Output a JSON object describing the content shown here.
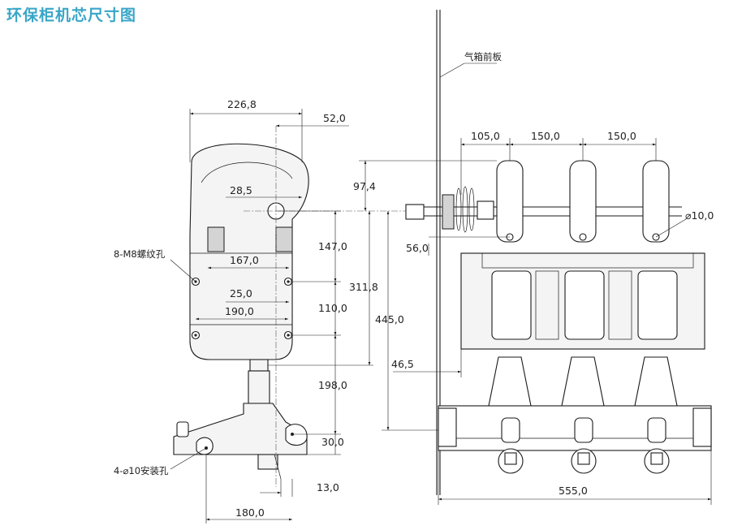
{
  "title": "环保柜机芯尺寸图",
  "title_color": "#3aa6c8",
  "dimensions": {
    "w_226_8": "226,8",
    "w_52_0": "52,0",
    "w_28_5": "28,5",
    "w_167_0": "167,0",
    "w_25_0": "25,0",
    "w_190_0": "190,0",
    "h_97_4": "97,4",
    "h_147_0": "147,0",
    "h_311_8": "311,8",
    "h_110_0": "110,0",
    "h_445_0": "445,0",
    "h_198_0": "198,0",
    "h_30_0": "30,0",
    "w_13_0": "13,0",
    "w_180_0": "180,0",
    "h_56_0": "56,0",
    "h_46_5": "46,5",
    "w_105_0": "105,0",
    "w_150_0_a": "150,0",
    "w_150_0_b": "150,0",
    "d_10_0": "⌀10,0",
    "w_555_0": "555,0"
  },
  "notes": {
    "thread_holes": "8-M8螺纹孔",
    "mount_holes": "4-⌀10安装孔",
    "front_plate": "气箱前板"
  }
}
